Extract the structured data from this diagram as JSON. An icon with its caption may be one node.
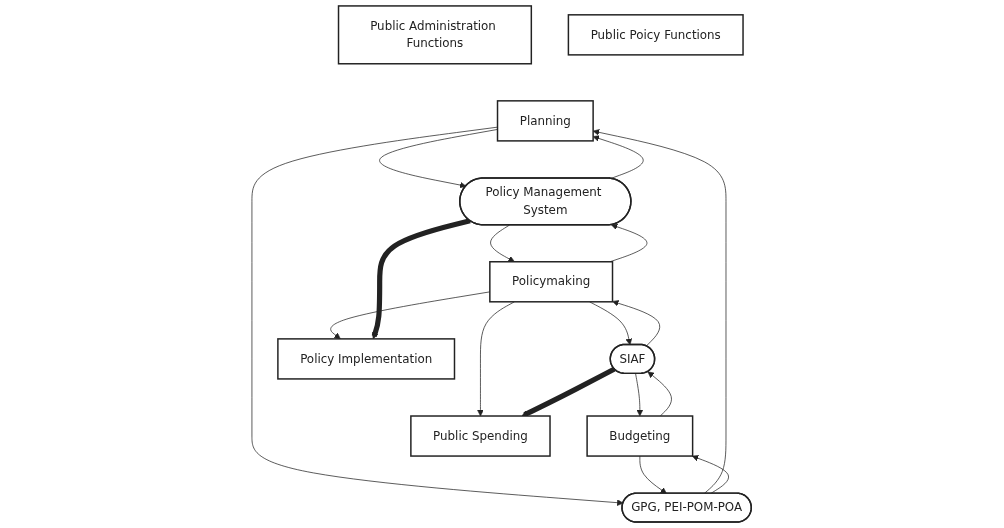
{
  "diagram": {
    "nodes": [
      {
        "text": [
          "Public Administration Functions"
        ]
      },
      {
        "text": [
          "Public Poicy Functions"
        ]
      },
      {
        "text": [
          "Planning"
        ]
      },
      {
        "text": [
          "Policy Management System"
        ]
      },
      {
        "text": [
          "GPG, PEI-POM-POA"
        ]
      },
      {
        "text": [
          "Budgeting"
        ]
      },
      {
        "text": [
          "SIAF"
        ]
      },
      {
        "text": [
          "Policymaking"
        ]
      },
      {
        "text": [
          "Policy Implementation"
        ]
      },
      {
        "text": [
          "Public Spending"
        ]
      }
    ],
    "edges": [
      {
        "from": 2,
        "to": 3,
        "arrow": "to"
      },
      {
        "from": 3,
        "to": 2,
        "arrow": "to"
      },
      {
        "from": 2,
        "to": 4,
        "arrow": "to"
      },
      {
        "from": 4,
        "to": 2,
        "arrow": "to"
      },
      {
        "from": 5,
        "to": 4,
        "arrow": "to"
      },
      {
        "from": 4,
        "to": 5,
        "arrow": "to"
      },
      {
        "from": 6,
        "to": 5,
        "arrow": "to"
      },
      {
        "from": 5,
        "to": 6,
        "arrow": "to"
      },
      {
        "from": 7,
        "to": 3,
        "arrow": "to"
      },
      {
        "from": 3,
        "to": 7,
        "arrow": "to"
      },
      {
        "from": 7,
        "to": 6,
        "arrow": "to"
      },
      {
        "from": 6,
        "to": 7,
        "arrow": "to"
      },
      {
        "from": 7,
        "to": 8,
        "arrow": "to"
      },
      {
        "from": 7,
        "to": 9,
        "arrow": "to"
      },
      {
        "from": 3,
        "to": 8,
        "arrow": "to",
        "style": "thick"
      },
      {
        "from": 6,
        "to": 9,
        "arrow": "to",
        "style": "thick"
      }
    ]
  }
}
